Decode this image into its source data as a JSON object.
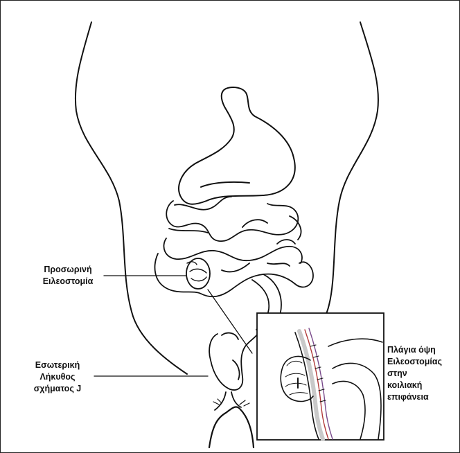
{
  "labels": {
    "temporary_ileostomy": [
      "Προσωρινή",
      "Ειλεοστομία"
    ],
    "internal_j_pouch": [
      "Εσωτερική",
      "Λήκυθος",
      "σχήματος J"
    ],
    "side_view": [
      "Πλάγια όψη",
      "Ειλεοστομίας",
      "στην",
      "κοιλιακή",
      "επιφάνεια"
    ]
  },
  "colors": {
    "ink": "#111111",
    "background": "#ffffff",
    "skin_wall": "#c9c9c9",
    "accent_red": "#b23b3b",
    "accent_purple": "#7a4b8c"
  }
}
